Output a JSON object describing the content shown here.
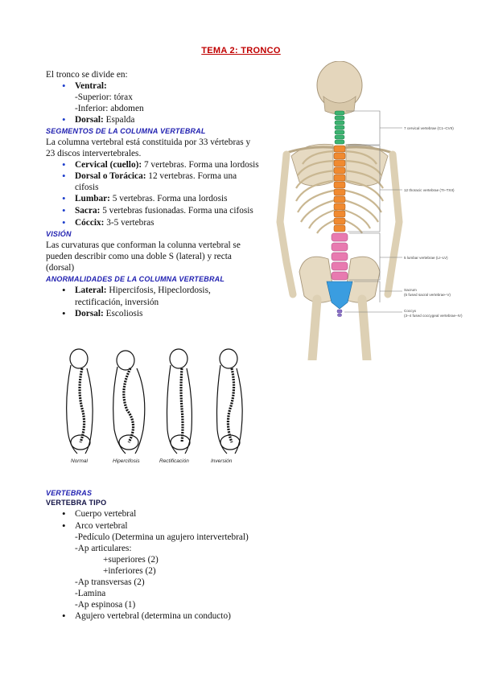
{
  "title": "TEMA 2: TRONCO",
  "intro": "El tronco se divide en:",
  "division": {
    "ventral_label": "Ventral:",
    "superior": "-Superior: tórax",
    "inferior": "-Inferior: abdomen",
    "dorsal_label": "Dorsal:",
    "dorsal_text": " Espalda"
  },
  "segmentos": {
    "heading": "SEGMENTOS DE LA COLUMNA VERTEBRAL",
    "line1": "La columna vertebral está constituida por 33 vértebras y",
    "line2": "23 discos intervertebrales.",
    "items": [
      {
        "label": "Cervical (cuello):",
        "text": " 7 vertebras. Forma una lordosis"
      },
      {
        "label": "Dorsal o Torácica:",
        "text": " 12 vertebras. Forma una"
      },
      {
        "label": "",
        "text": "cifosis"
      },
      {
        "label": "Lumbar:",
        "text": " 5 vertebras. Forma una lordosis"
      },
      {
        "label": "Sacra:",
        "text": " 5 vertebras fusionadas. Forma una cifosis"
      },
      {
        "label": "Cóccix:",
        "text": " 3-5 vertebras"
      }
    ]
  },
  "vision": {
    "heading": "VISIÓN",
    "line1": "Las curvaturas que conforman la colunna vertebral se",
    "line2": "pueden describir como una doble S (lateral) y recta",
    "line3": "(dorsal)"
  },
  "anormalidades": {
    "heading": "ANORMALIDADES DE LA COLUMNA VERTEBRAL",
    "lateral_label": "Lateral:",
    "lateral_text": " Hipercifosis, Hipeclordosis,",
    "lateral_cont": "rectificación, inversión",
    "dorsal_label": "Dorsal:",
    "dorsal_text": " Escoliosis"
  },
  "figure_captions": [
    "Normal",
    "Hipercifosis",
    "Rectificación",
    "Inversión"
  ],
  "skeleton_labels": {
    "cervical": "7 cervical vertebrae (C1–CVII)",
    "thoracic": "12 thoracic vertebrae (TI–TXII)",
    "lumbar": "5 lumbar vertebrae (LI–LV)",
    "sacrum1": "Sacrum",
    "sacrum2": "(5 fused sacral vertebrae–V)",
    "coccyx1": "Coccyx",
    "coccyx2": "(3–4 fused coccygeal vertebrae–IV)"
  },
  "vertebras": {
    "heading": "VERTEBRAS",
    "subheading": "VERTEBRA TIPO",
    "l1": "Cuerpo vertebral",
    "l2": "Arco vertebral",
    "l3": "-Pedículo (Determina un agujero intervertebral)",
    "l4": "-Ap articulares:",
    "l5": "+superiores (2)",
    "l6": "+inferiores (2)",
    "l7": "-Ap transversas (2)",
    "l8": "-Lamina",
    "l9": "-Ap espinosa (1)",
    "l10": "Agujero vertebral (determina un conducto)"
  },
  "colors": {
    "title": "#c00000",
    "heading": "#1f1fb0",
    "cervical": "#3cb371",
    "thoracic": "#f08a30",
    "lumbar": "#e87ab0",
    "sacrum": "#3a9de0",
    "bone": "#e8dcc4"
  }
}
